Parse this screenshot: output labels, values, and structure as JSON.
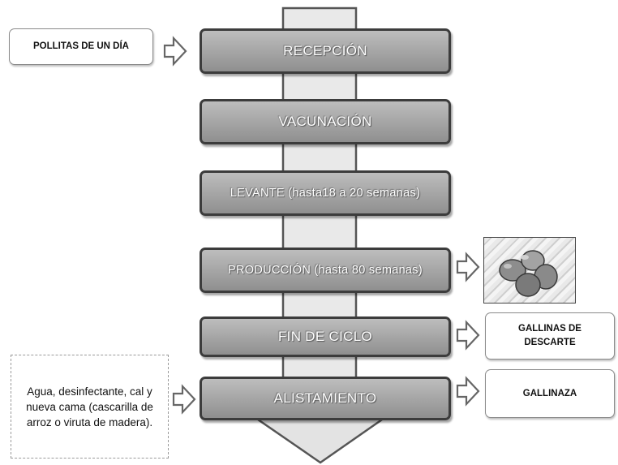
{
  "stages": [
    {
      "label": "RECEPCIÓN"
    },
    {
      "label": "VACUNACIÓN"
    },
    {
      "label": "LEVANTE (hasta18 a 20 semanas)"
    },
    {
      "label": "PRODUCCIÓN (hasta 80 semanas)"
    },
    {
      "label": "FIN DE CICLO"
    },
    {
      "label": "ALISTAMIENTO"
    }
  ],
  "inputs": {
    "reception": "POLLITAS DE UN DÍA",
    "preparation": "Agua, desinfectante, cal y nueva cama (cascarilla de arroz o viruta de madera)."
  },
  "outputs": {
    "production_image": "eggs-photo",
    "end_of_cycle": "GALLINAS DE DESCARTE",
    "preparation": "GALLINAZA"
  },
  "colors": {
    "stage_fill": "#a8a8a8",
    "stage_border": "#3c3c3c",
    "stage_text": "#ffffff",
    "arrow_outline": "#666666"
  }
}
